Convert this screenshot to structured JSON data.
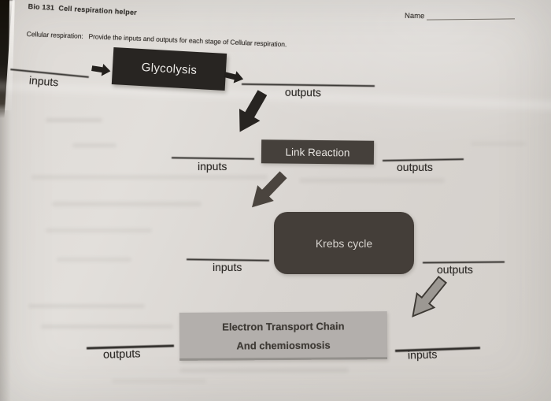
{
  "header": {
    "course": "Bio 131  Cell respiration helper",
    "name_label": "Name"
  },
  "instructions": "Cellular respiration:   Provide the inputs and outputs for each stage of Cellular respiration.",
  "stages": {
    "glycolysis": {
      "title": "Glycolysis",
      "left": "inputs",
      "right": "outputs"
    },
    "link_reaction": {
      "title": "Link Reaction",
      "left": "inputs",
      "right": "outputs"
    },
    "krebs_cycle": {
      "title": "Krebs cycle",
      "left": "inputs",
      "right": "outputs"
    },
    "electron_transport": {
      "title_line1": "Electron Transport Chain",
      "title_line2": "And chemiosmosis",
      "left": "outputs",
      "right": "inputs"
    }
  },
  "icons": {
    "arrow_right": "block-arrow-right-icon",
    "arrow_down_left": "block-arrow-down-left-icon"
  },
  "colors": {
    "paper": "#d9d5d1",
    "ink": "#2c2926",
    "box_dark": "#282522",
    "box_medium": "#45403b",
    "box_light": "#b3afac",
    "arrow_black": "#23201d",
    "arrow_dark_gray": "#4a443e",
    "arrow_light_gray": "#9c9893"
  }
}
